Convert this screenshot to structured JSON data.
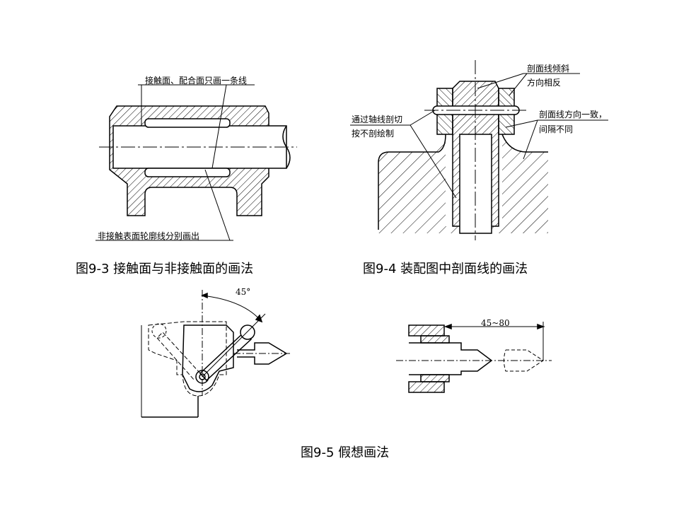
{
  "figures": {
    "fig93": {
      "caption": "图9-3  接触面与非接触面的画法",
      "label_top": "接触面、配合面只画一条线",
      "label_bottom": "非接触表面轮廓线分别画出"
    },
    "fig94": {
      "caption": "图9-4  装配图中剖面线的画法",
      "label_tr1": "剖面线倾斜",
      "label_tr2": "方向相反",
      "label_l1": "通过轴线剖切",
      "label_l2": "按不剖绘制",
      "label_r1": "剖面线方向一致，",
      "label_r2": "间隔不同"
    },
    "fig95": {
      "caption": "图9-5  假想画法",
      "angle_label": "45°",
      "range_label": "45~80"
    }
  }
}
